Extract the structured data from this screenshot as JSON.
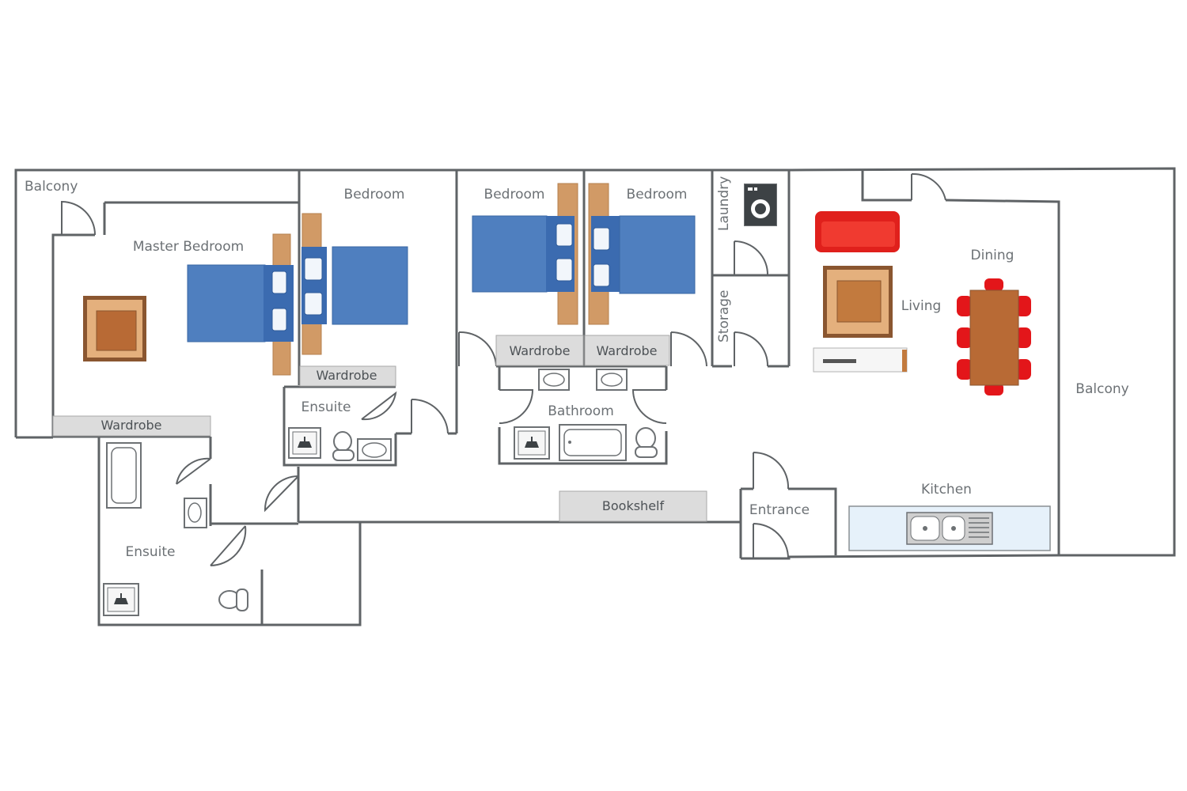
{
  "rooms": {
    "balcony_left": "Balcony",
    "master_bedroom": "Master Bedroom",
    "bedroom_1": "Bedroom",
    "bedroom_2": "Bedroom",
    "bedroom_3": "Bedroom",
    "laundry": "Laundry",
    "storage": "Storage",
    "ensuite_1": "Ensuite",
    "ensuite_2": "Ensuite",
    "bathroom": "Bathroom",
    "living": "Living",
    "dining": "Dining",
    "balcony_right": "Balcony",
    "kitchen": "Kitchen",
    "entrance": "Entrance"
  },
  "fixtures": {
    "wardrobe_master": "Wardrobe",
    "wardrobe_bed1": "Wardrobe",
    "wardrobe_bed2": "Wardrobe",
    "wardrobe_bed3": "Wardrobe",
    "bookshelf": "Bookshelf"
  },
  "colors": {
    "wall": "#5f6366",
    "bed": "#4f7fbf",
    "sofa": "#e0201c",
    "wood": "#c27a3e",
    "panel": "#dcdcdc"
  },
  "icons": [
    "bed-icon",
    "nightstand-icon",
    "rug-icon",
    "shower-icon",
    "toilet-icon",
    "sink-icon",
    "bathtub-icon",
    "washing-machine-icon",
    "sofa-icon",
    "tv-unit-icon",
    "dining-table-icon",
    "chair-icon",
    "kitchen-sink-icon",
    "door-icon"
  ]
}
